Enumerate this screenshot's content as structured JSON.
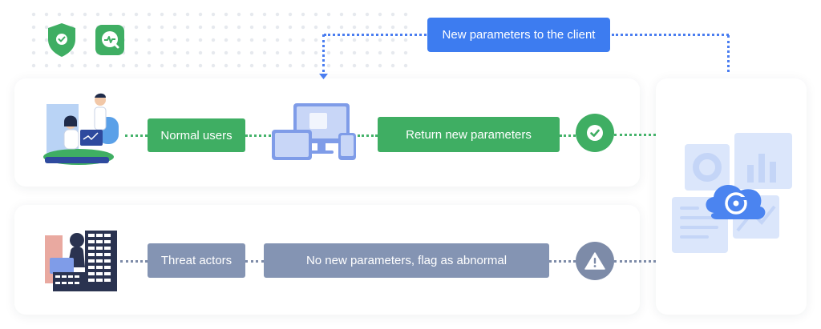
{
  "labels": {
    "top_message": "New parameters to the client",
    "normal_users": "Normal users",
    "return_params": "Return new parameters",
    "threat_actors": "Threat actors",
    "no_params": "No new parameters, flag as abnormal"
  },
  "colors": {
    "green": "#3fae63",
    "gray": "#8494b3",
    "blue": "#3d7cf0",
    "light_blue": "#dbe6fb"
  },
  "icons": {
    "shield": "shield-check-icon",
    "chat": "chat-chart-icon",
    "user": "normal-user-illustration",
    "devices": "devices-illustration",
    "check": "check-icon",
    "hacker": "hacker-illustration",
    "warning": "warning-icon",
    "cloud": "cloud-server-illustration"
  }
}
